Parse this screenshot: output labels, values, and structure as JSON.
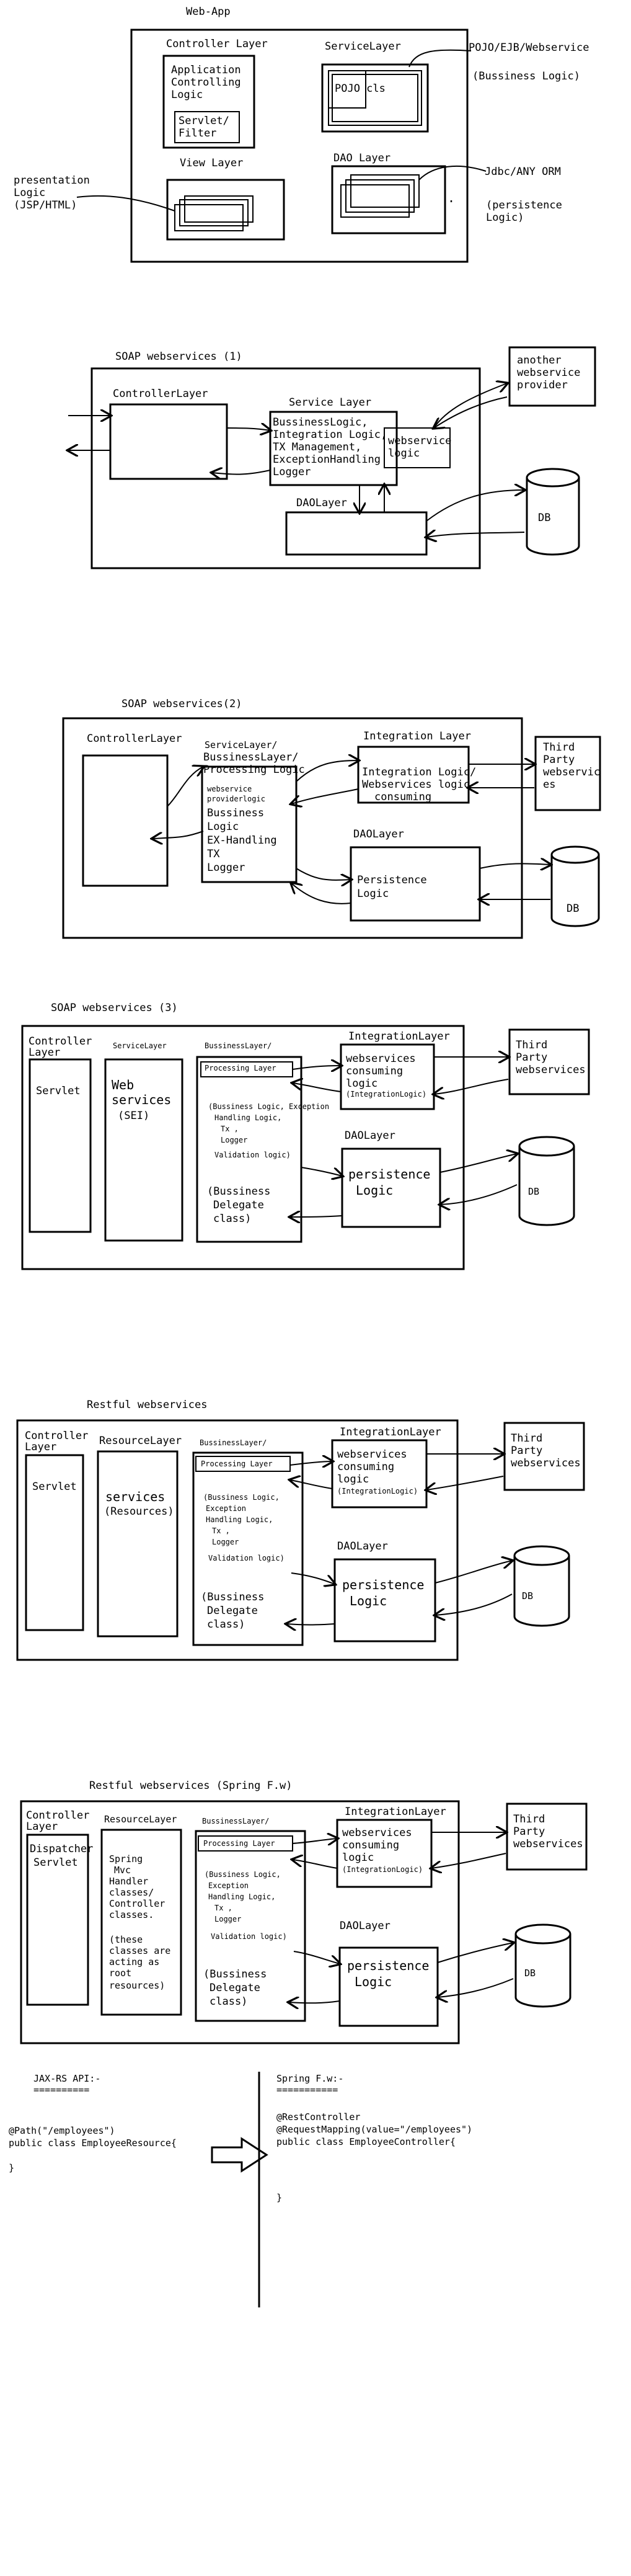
{
  "webapp": {
    "title": "Web-App",
    "controller_layer": "Controller Layer",
    "app_logic": [
      "Application",
      "Controlling",
      "Logic"
    ],
    "servlet_filter": [
      "Servlet/",
      "Filter"
    ],
    "service_layer": "ServiceLayer",
    "pojo_cls": "POJO cls",
    "pojo_label": "POJO/EJB/Webservice",
    "bussiness_logic": "(Bussiness Logic)",
    "view_layer": "View Layer",
    "dao_layer": "DAO Layer",
    "jdbc_label": "Jdbc/ANY ORM",
    "persistence_note": [
      "(persistence",
      "Logic)"
    ],
    "presentation": [
      "presentation",
      "Logic",
      "(JSP/HTML)"
    ],
    "dot": "."
  },
  "soap1": {
    "title": "SOAP webservices (1)",
    "controller": "ControllerLayer",
    "service": "Service Layer",
    "service_text": [
      "BussinessLogic,",
      "Integration Logic,",
      "TX Management,",
      "ExceptionHandling",
      "Logger"
    ],
    "ws_logic": [
      "webservice",
      "logic"
    ],
    "another": [
      "another",
      "webservice",
      "provider"
    ],
    "dao": "DAOLayer",
    "db": "DB"
  },
  "soap2": {
    "title": "SOAP webservices(2)",
    "controller": "ControllerLayer",
    "service_head": [
      "ServiceLayer/",
      "BussinessLayer/",
      "Processing Logic"
    ],
    "service_text": [
      "webservice",
      "providerlogic",
      "Bussiness",
      "Logic",
      "EX-Handling",
      "TX",
      "Logger"
    ],
    "integration": "Integration Layer",
    "integration_text": [
      "Integration Logic/",
      "Webservices logic",
      "consuming"
    ],
    "third": [
      "Third",
      "Party",
      "webservic",
      "es"
    ],
    "dao": "DAOLayer",
    "persistence": [
      "Persistence",
      "Logic"
    ],
    "db": "DB"
  },
  "soap3": {
    "title": "SOAP webservices (3)",
    "controller": [
      "Controller",
      "Layer"
    ],
    "servlet": "Servlet",
    "service_layer": "ServiceLayer",
    "web_services": [
      "Web",
      "services",
      "(SEI)"
    ],
    "business_layer": "BussinessLayer/",
    "processing": "Processing Layer",
    "logic_list": [
      "(Bussiness Logic, Exception",
      "Handling Logic,",
      "Tx ,",
      "Logger",
      "Validation logic)"
    ],
    "delegate": [
      "(Bussiness",
      "Delegate",
      "class)"
    ],
    "integration": "IntegrationLayer",
    "ws_consuming": [
      "webservices",
      "consuming",
      "logic"
    ],
    "integration_logic": "(IntegrationLogic)",
    "third": [
      "Third",
      "Party",
      "webservices"
    ],
    "dao": "DAOLayer",
    "persistence": [
      "persistence",
      "Logic"
    ],
    "db": "DB"
  },
  "rest1": {
    "title": "Restful webservices",
    "controller": [
      "Controller",
      "Layer"
    ],
    "servlet": "Servlet",
    "resource_layer": "ResourceLayer",
    "services": [
      "services",
      "(Resources)"
    ],
    "business_layer": "BussinessLayer/",
    "processing": "Processing Layer",
    "logic_list": [
      "(Bussiness Logic,",
      "Exception",
      "Handling Logic,",
      "Tx ,",
      "Logger",
      "Validation logic)"
    ],
    "delegate": [
      "(Bussiness",
      "Delegate",
      "class)"
    ],
    "integration": "IntegrationLayer",
    "ws_consuming": [
      "webservices",
      "consuming",
      "logic"
    ],
    "integration_logic": "(IntegrationLogic)",
    "third": [
      "Third",
      "Party",
      "webservices"
    ],
    "dao": "DAOLayer",
    "persistence": [
      "persistence",
      "Logic"
    ],
    "db": "DB"
  },
  "rest2": {
    "title": "Restful webservices (Spring F.w)",
    "controller": [
      "Controller",
      "Layer"
    ],
    "dispatcher": [
      "Dispatcher",
      "Servlet"
    ],
    "resource_layer": "ResourceLayer",
    "spring_text": [
      "Spring",
      "Mvc",
      "Handler",
      "classes/",
      "Controller",
      "classes.",
      "",
      "(these",
      "classes are",
      "acting as",
      "root",
      "resources)"
    ],
    "business_layer": "BussinessLayer/",
    "processing": "Processing Layer",
    "logic_list": [
      "(Bussiness Logic,",
      "Exception",
      "Handling Logic,",
      "Tx ,",
      "Logger",
      "Validation logic)"
    ],
    "delegate": [
      "(Bussiness",
      "Delegate",
      "class)"
    ],
    "integration": "IntegrationLayer",
    "ws_consuming": [
      "webservices",
      "consuming",
      "logic"
    ],
    "integration_logic": "(IntegrationLogic)",
    "third": [
      "Third",
      "Party",
      "webservices"
    ],
    "dao": "DAOLayer",
    "persistence": [
      "persistence",
      "Logic"
    ],
    "db": "DB"
  },
  "code": {
    "left_title": "JAX-RS API:-",
    "left_underline": "==========",
    "left_lines": [
      "@Path(\"/employees\")",
      "public class EmployeeResource{",
      "",
      "}"
    ],
    "right_title": "Spring F.w:-",
    "right_underline": "===========",
    "right_lines": [
      "@RestController",
      "@RequestMapping(value=\"/employees\")",
      "public class EmployeeController{",
      "",
      "",
      "}"
    ]
  }
}
